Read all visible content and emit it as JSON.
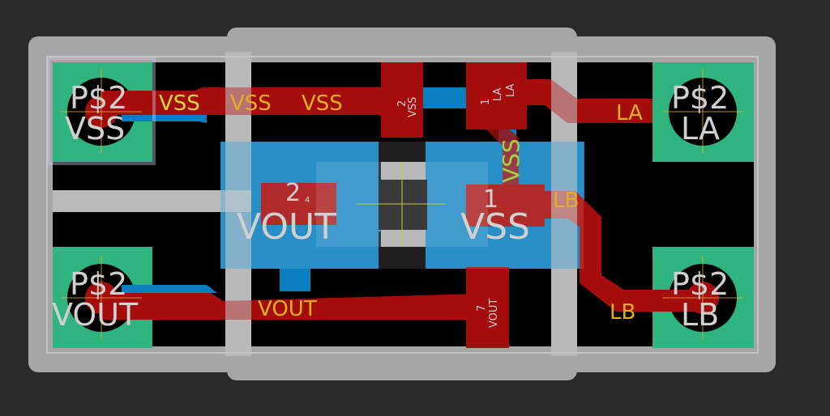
{
  "colors": {
    "background": "#2b2b2b",
    "outline": "#a6a6a6",
    "board": "#000000",
    "top_copper": "#a50d0d",
    "bottom_copper": "#0a7fbf",
    "pad": "#2fb37f",
    "net_label": "#e0b020",
    "name_label": "#c8c8c8"
  },
  "pads": [
    {
      "name": "P$2",
      "net": "VSS"
    },
    {
      "name": "P$2",
      "net": "VOUT"
    },
    {
      "name": "P$2",
      "net": "LA"
    },
    {
      "name": "P$2",
      "net": "LB"
    }
  ],
  "smd": [
    {
      "number": "2",
      "net": "VSS"
    },
    {
      "number": "1",
      "net": "LA",
      "net2": "LA"
    },
    {
      "number": "7",
      "net": "VOUT"
    },
    {
      "number": "2",
      "sub": "4",
      "net": "VOUT"
    },
    {
      "number": "1",
      "net": "VSS"
    }
  ],
  "trace_labels": {
    "vss_a": "VSS",
    "vss_b": "VSS",
    "vss_c": "VSS",
    "vss_vertical": "VSS",
    "la": "LA",
    "lb_a": "LB",
    "lb_b": "LB",
    "vout": "VOUT"
  }
}
